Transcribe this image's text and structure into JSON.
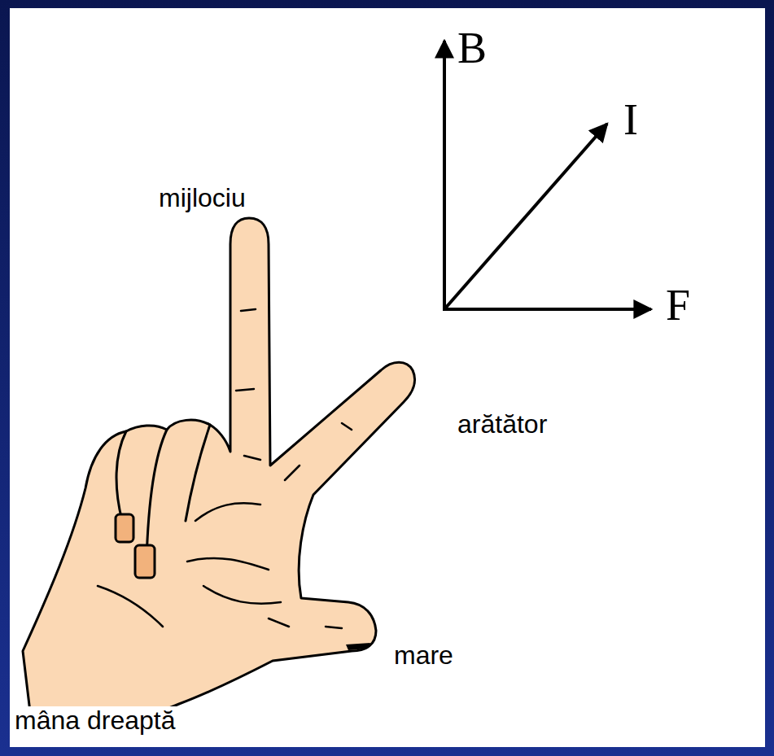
{
  "diagram": {
    "labels": [
      "mijlociu",
      "arătător",
      "mare",
      "mâna dreaptă",
      "B",
      "I",
      "F"
    ]
  }
}
